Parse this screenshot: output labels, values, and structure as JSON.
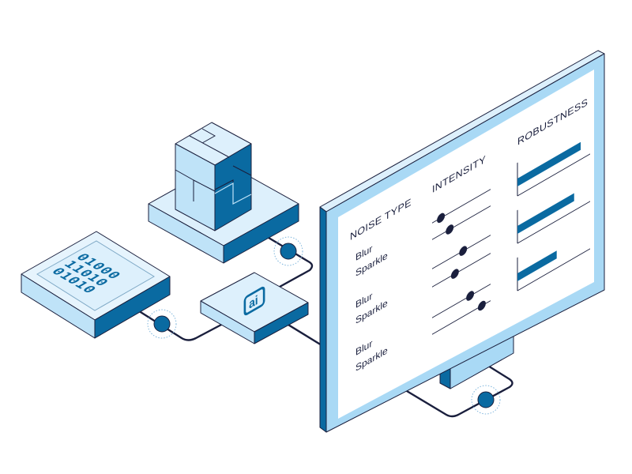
{
  "screen": {
    "columns": {
      "noise_type": "NOISE TYPE",
      "intensity": "INTENSITY",
      "robustness": "ROBUSTNESS"
    },
    "groups": [
      {
        "rows": [
          {
            "label": "Blur",
            "intensity": 0.15
          },
          {
            "label": "Sparkle",
            "intensity": 0.3
          }
        ],
        "robustness": 0.87
      },
      {
        "rows": [
          {
            "label": "Blur",
            "intensity": 0.53
          },
          {
            "label": "Sparkle",
            "intensity": 0.39
          }
        ],
        "robustness": 0.78
      },
      {
        "rows": [
          {
            "label": "Blur",
            "intensity": 0.65
          },
          {
            "label": "Sparkle",
            "intensity": 0.85
          }
        ],
        "robustness": 0.54
      }
    ]
  },
  "data_pad": {
    "rows": [
      "01000",
      "11010",
      "01010"
    ]
  },
  "ai_chip": {
    "label": "ai"
  },
  "colors": {
    "dark_blue": "#0a6aa1",
    "light_blue": "#a9d9f5",
    "pale_blue": "#ddf0fc",
    "ink": "#1a1f3d"
  }
}
